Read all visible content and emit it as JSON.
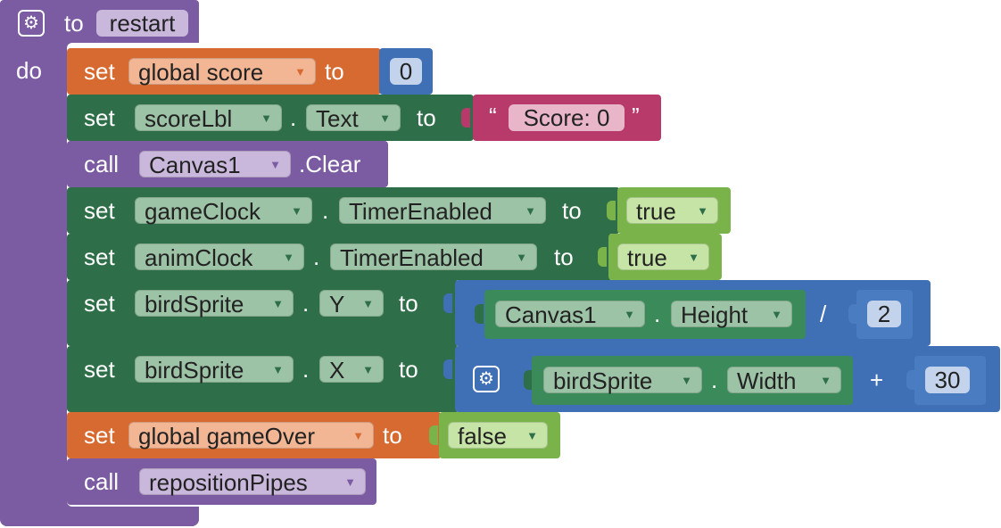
{
  "procedure": {
    "keyword_to": "to",
    "name": "restart",
    "keyword_do": "do"
  },
  "statements": [
    {
      "keyword": "set",
      "variable": "global score",
      "to": "to",
      "value": "0"
    },
    {
      "keyword": "set",
      "component": "scoreLbl",
      "dot": ".",
      "property": "Text",
      "to": "to",
      "quote_open": "“",
      "value": "Score: 0",
      "quote_close": "”"
    },
    {
      "keyword": "call",
      "component": "Canvas1",
      "method": ".Clear"
    },
    {
      "keyword": "set",
      "component": "gameClock",
      "dot": ".",
      "property": "TimerEnabled",
      "to": "to",
      "value": "true"
    },
    {
      "keyword": "set",
      "component": "animClock",
      "dot": ".",
      "property": "TimerEnabled",
      "to": "to",
      "value": "true"
    },
    {
      "keyword": "set",
      "component": "birdSprite",
      "dot": ".",
      "property": "Y",
      "to": "to",
      "expr": {
        "component": "Canvas1",
        "dot": ".",
        "property": "Height",
        "operator": "/",
        "operand": "2"
      }
    },
    {
      "keyword": "set",
      "component": "birdSprite",
      "dot": ".",
      "property": "X",
      "to": "to",
      "expr": {
        "component": "birdSprite",
        "dot": ".",
        "property": "Width",
        "operator": "+",
        "operand": "30"
      }
    },
    {
      "keyword": "set",
      "variable": "global gameOver",
      "to": "to",
      "value": "false"
    },
    {
      "keyword": "call",
      "procedure": "repositionPipes"
    }
  ],
  "dropdown_arrow": "▼",
  "icons": {
    "mutator": "gear-icon"
  },
  "colors": {
    "procedure": "#7b5ba1",
    "variables": "#d76a30",
    "components": "#2e6e48",
    "logic": "#79b34a",
    "math": "#3f6fb5",
    "text": "#b83a6a"
  }
}
